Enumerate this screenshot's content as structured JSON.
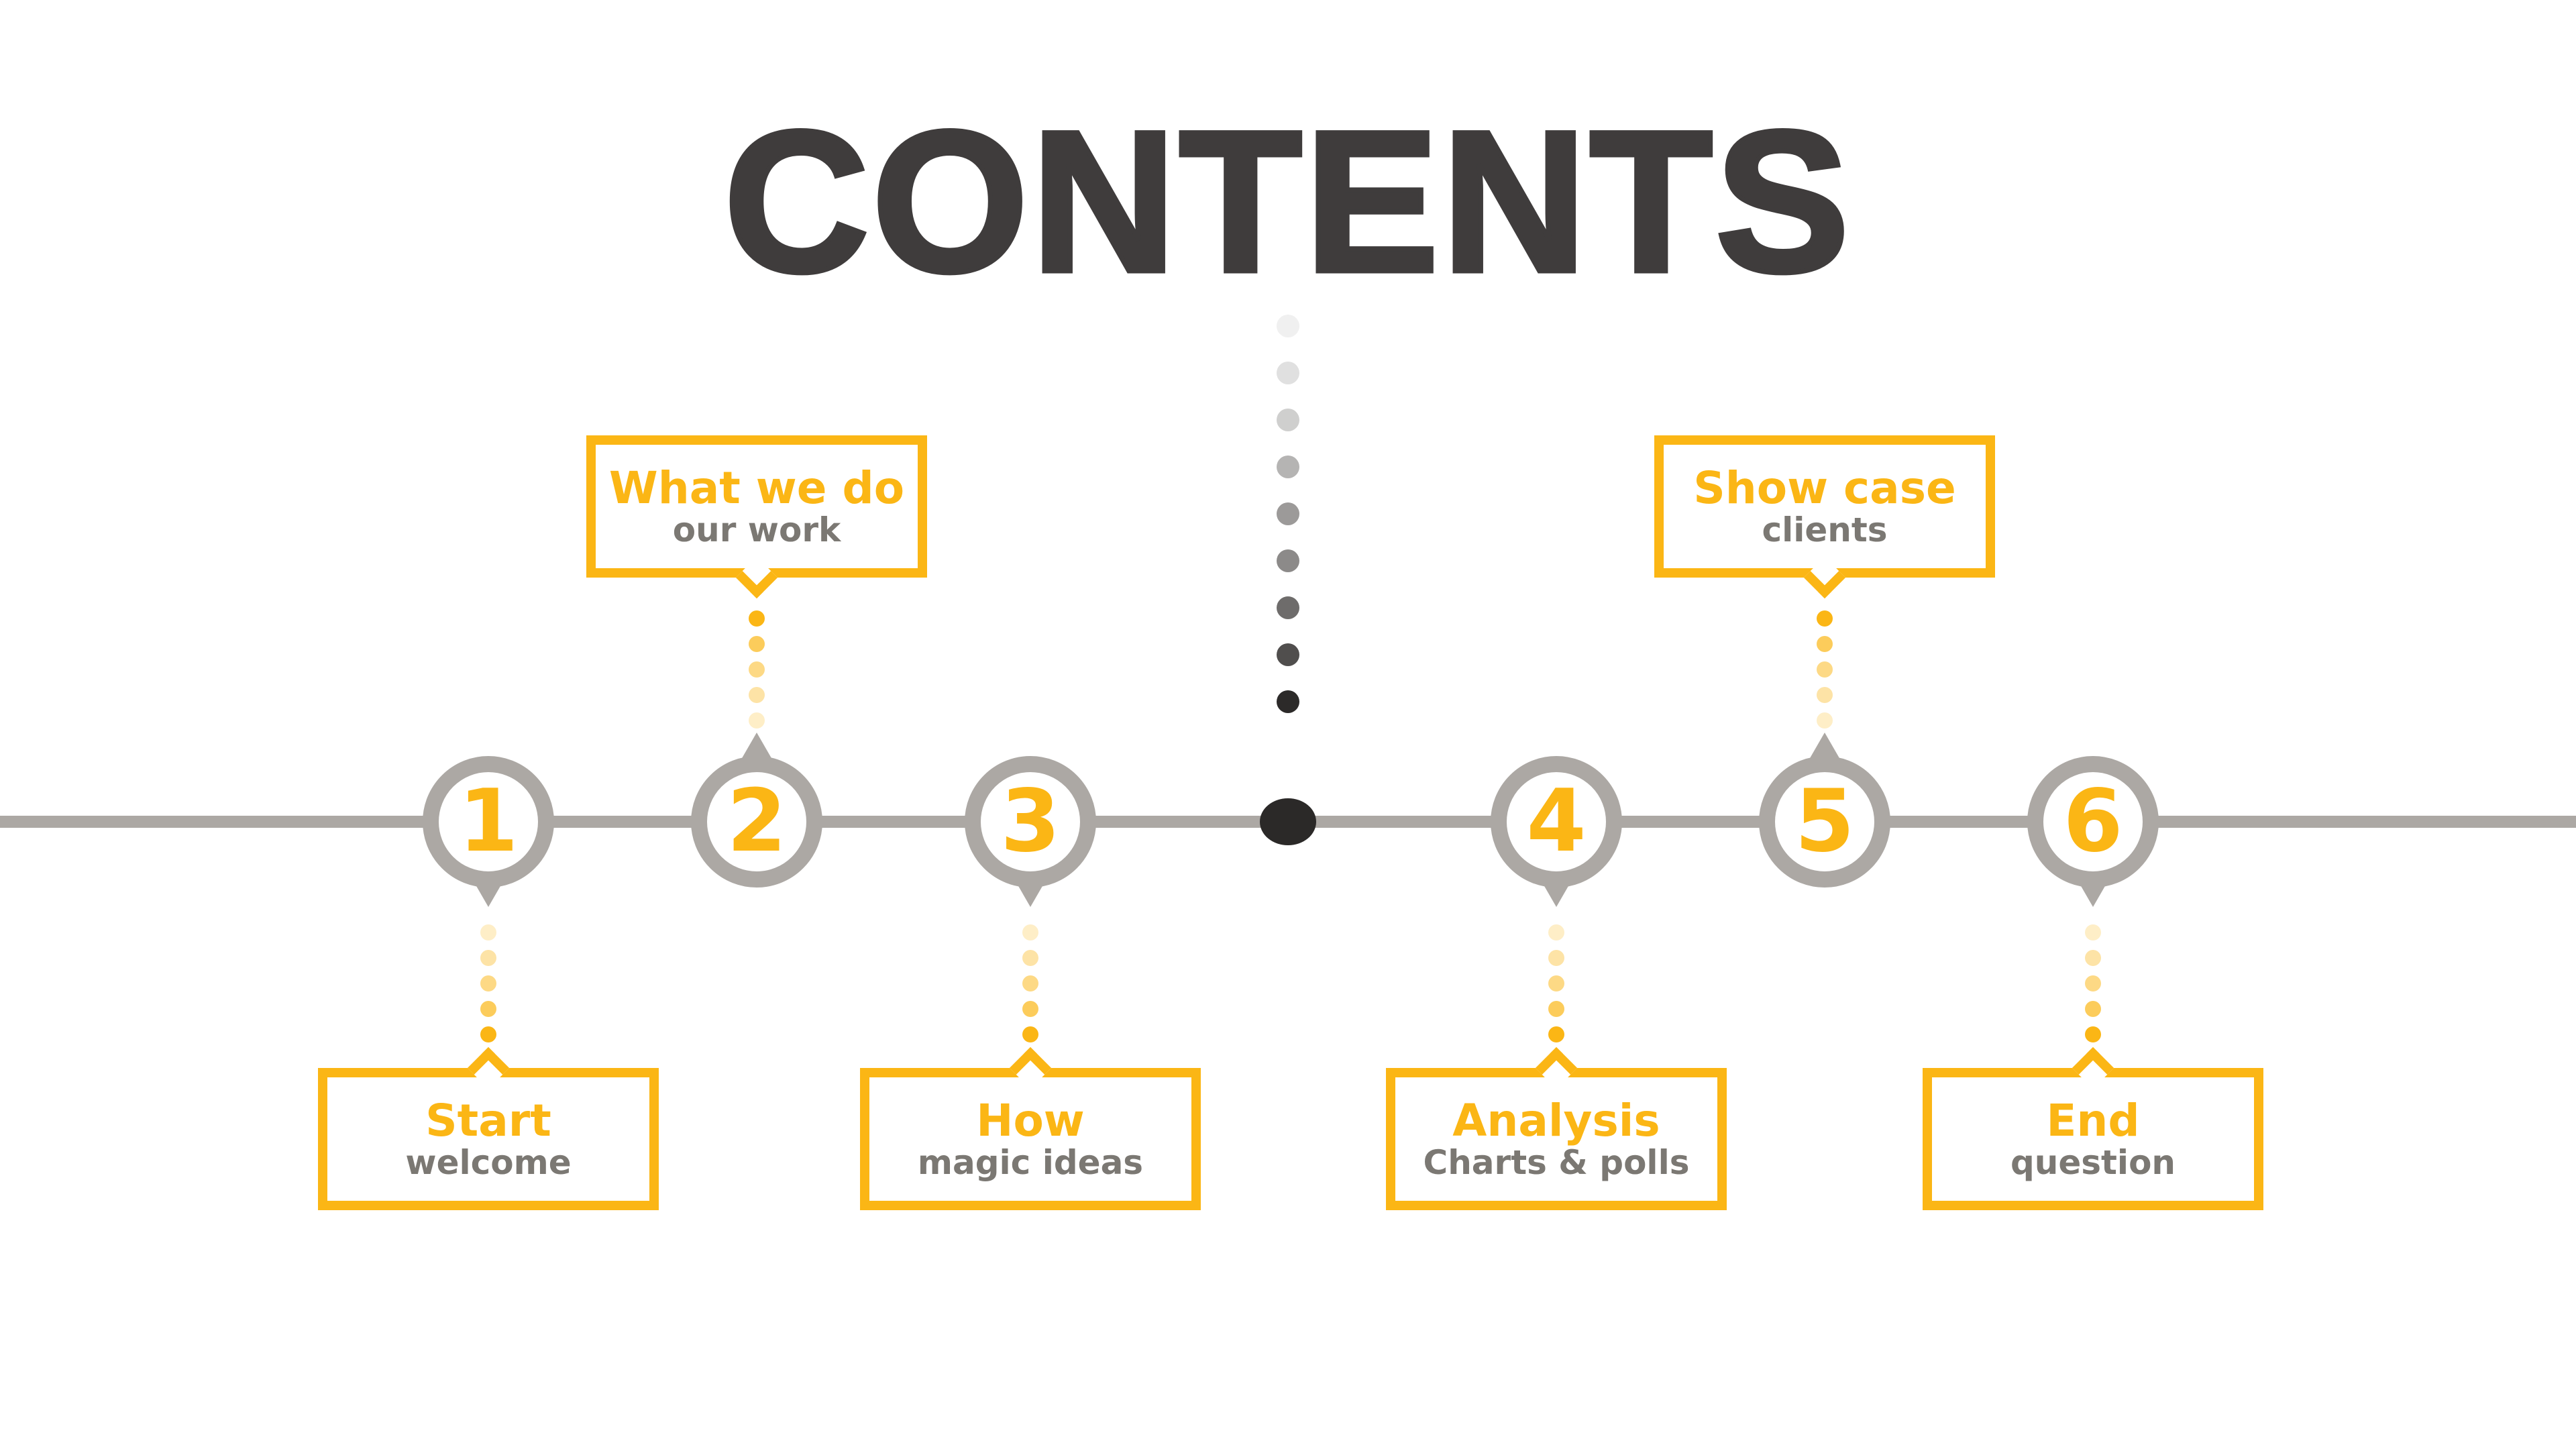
{
  "slide": {
    "title": "CONTENTS"
  },
  "items": [
    {
      "number": "1",
      "title": "Start",
      "subtitle": "welcome",
      "box_position": "below"
    },
    {
      "number": "2",
      "title": "What we do",
      "subtitle": "our work",
      "box_position": "above"
    },
    {
      "number": "3",
      "title": "How",
      "subtitle": "magic ideas",
      "box_position": "below"
    },
    {
      "number": "4",
      "title": "Analysis",
      "subtitle": "Charts & polls",
      "box_position": "below"
    },
    {
      "number": "5",
      "title": "Show case",
      "subtitle": "clients",
      "box_position": "above"
    },
    {
      "number": "6",
      "title": "End",
      "subtitle": "question",
      "box_position": "below"
    }
  ],
  "colors": {
    "accent_yellow": "#FBB615",
    "timeline_gray": "#ACA8A4",
    "title_dark": "#3F3C3C",
    "subtitle_gray": "#7B7873",
    "center_dot_black": "#2B2928"
  }
}
